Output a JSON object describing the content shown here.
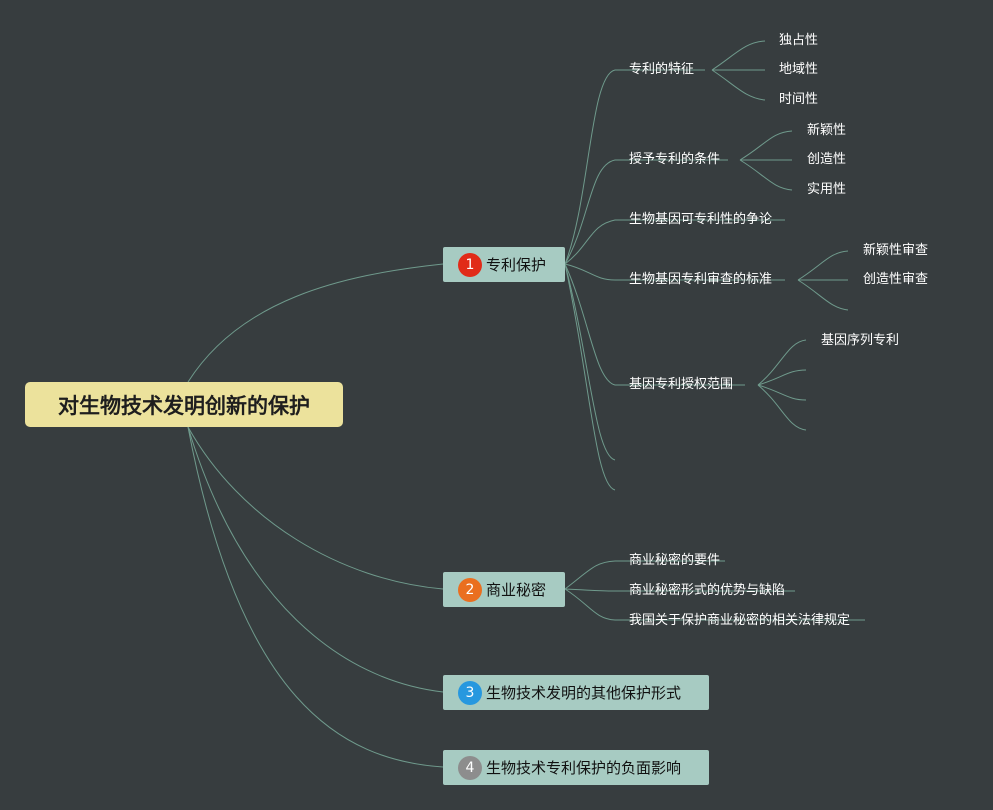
{
  "colors": {
    "background": "#373d3f",
    "root": "#ece29c",
    "branch": "#a7cbc2",
    "connector": "#6f9a8c",
    "badge_1": "#e12b18",
    "badge_2": "#ea6f1f",
    "badge_3": "#2798df",
    "badge_4": "#8d8d8d"
  },
  "root": {
    "title": "对生物技术发明创新的保护"
  },
  "branches": [
    {
      "badge": "1",
      "label": "专利保护",
      "children": [
        {
          "label": "专利的特征",
          "children": [
            "独占性",
            "地域性",
            "时间性"
          ]
        },
        {
          "label": "授予专利的条件",
          "children": [
            "新颖性",
            "创造性",
            "实用性"
          ]
        },
        {
          "label": "生物基因可专利性的争论"
        },
        {
          "label": "生物基因专利审查的标准",
          "children": [
            "新颖性审查",
            "创造性审查"
          ]
        },
        {
          "label": "基因专利授权范围",
          "children": [
            "基因序列专利"
          ]
        }
      ]
    },
    {
      "badge": "2",
      "label": "商业秘密",
      "children": [
        {
          "label": "商业秘密的要件"
        },
        {
          "label": "商业秘密形式的优势与缺陷"
        },
        {
          "label": "我国关于保护商业秘密的相关法律规定"
        }
      ]
    },
    {
      "badge": "3",
      "label": "生物技术发明的其他保护形式"
    },
    {
      "badge": "4",
      "label": "生物技术专利保护的负面影响"
    }
  ]
}
